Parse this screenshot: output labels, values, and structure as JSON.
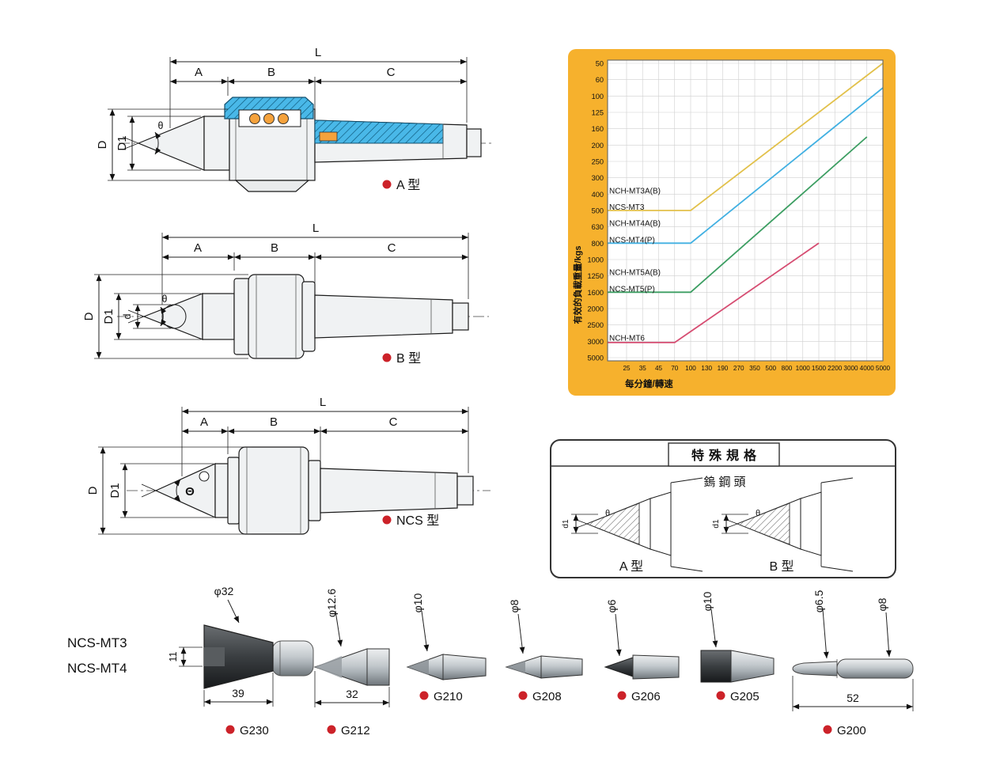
{
  "drawings": {
    "labels": {
      "a": "A 型",
      "b": "B 型",
      "ncs": "NCS 型"
    },
    "dims": {
      "L": "L",
      "A": "A",
      "B": "B",
      "C": "C",
      "D": "D",
      "D1": "D1",
      "d": "d",
      "theta": "θ",
      "theta_cap": "Θ"
    }
  },
  "chart_data": {
    "type": "line",
    "xlabel": "每分鐘/轉速",
    "ylabel": "有效的負載重量/kgs",
    "x_ticks": [
      25,
      35,
      45,
      70,
      100,
      130,
      190,
      270,
      350,
      500,
      800,
      1000,
      1500,
      2200,
      3000,
      4000,
      5000
    ],
    "y_ticks": [
      50,
      60,
      100,
      125,
      160,
      200,
      250,
      300,
      400,
      500,
      630,
      800,
      1000,
      1250,
      1600,
      2000,
      2500,
      3000,
      5000
    ],
    "y_axis_increases_downward": true,
    "grid": true,
    "panel_color": "#F6B12D",
    "series": [
      {
        "name": "NCH-MT3A(B) / NCS-MT3",
        "color": "#E2C14B",
        "points": [
          [
            25,
            500
          ],
          [
            100,
            500
          ],
          [
            5000,
            50
          ]
        ]
      },
      {
        "name": "NCH-MT4A(B) / NCS-MT4(P)",
        "color": "#41B0E2",
        "points": [
          [
            25,
            800
          ],
          [
            100,
            800
          ],
          [
            5000,
            80
          ]
        ]
      },
      {
        "name": "NCH-MT5A(B) / NCS-MT5(P)",
        "color": "#3C9E62",
        "points": [
          [
            25,
            1600
          ],
          [
            100,
            1600
          ],
          [
            4000,
            180
          ]
        ]
      },
      {
        "name": "NCH-MT6",
        "color": "#D64D72",
        "points": [
          [
            25,
            3150
          ],
          [
            70,
            3150
          ],
          [
            1500,
            800
          ]
        ]
      }
    ],
    "series_labels": [
      {
        "lines": [
          "NCH-MT3A(B)",
          "NCS-MT3"
        ],
        "at": [
          400,
          500
        ]
      },
      {
        "lines": [
          "NCH-MT4A(B)",
          "NCS-MT4(P)"
        ],
        "at": [
          630,
          800
        ]
      },
      {
        "lines": [
          "NCH-MT5A(B)",
          "NCS-MT5(P)"
        ],
        "at": [
          1250,
          1600
        ]
      },
      {
        "lines": [
          "NCH-MT6"
        ],
        "at": [
          3000
        ]
      }
    ]
  },
  "special_box": {
    "title": "特殊規格",
    "subtitle": "鎢鋼頭",
    "type_a_label": "A 型",
    "type_b_label": "B 型",
    "dim_d1": "d1",
    "dim_theta": "θ"
  },
  "tips_section": {
    "models": [
      "NCS-MT3",
      "NCS-MT4"
    ],
    "bullet_color": "#CC2229",
    "items": [
      {
        "code": "G230",
        "dia": "φ32",
        "dim_height": "11",
        "dim_length": "39"
      },
      {
        "code": "G212",
        "dia": "φ12.6",
        "dim_length": "32"
      },
      {
        "code": "G210",
        "dia": "φ10"
      },
      {
        "code": "G208",
        "dia": "φ8"
      },
      {
        "code": "G206",
        "dia": "φ6"
      },
      {
        "code": "G205",
        "dia": "φ10"
      },
      {
        "code": "G200",
        "dia": "φ6.5",
        "dia2": "φ8",
        "dim_length": "52"
      }
    ]
  }
}
